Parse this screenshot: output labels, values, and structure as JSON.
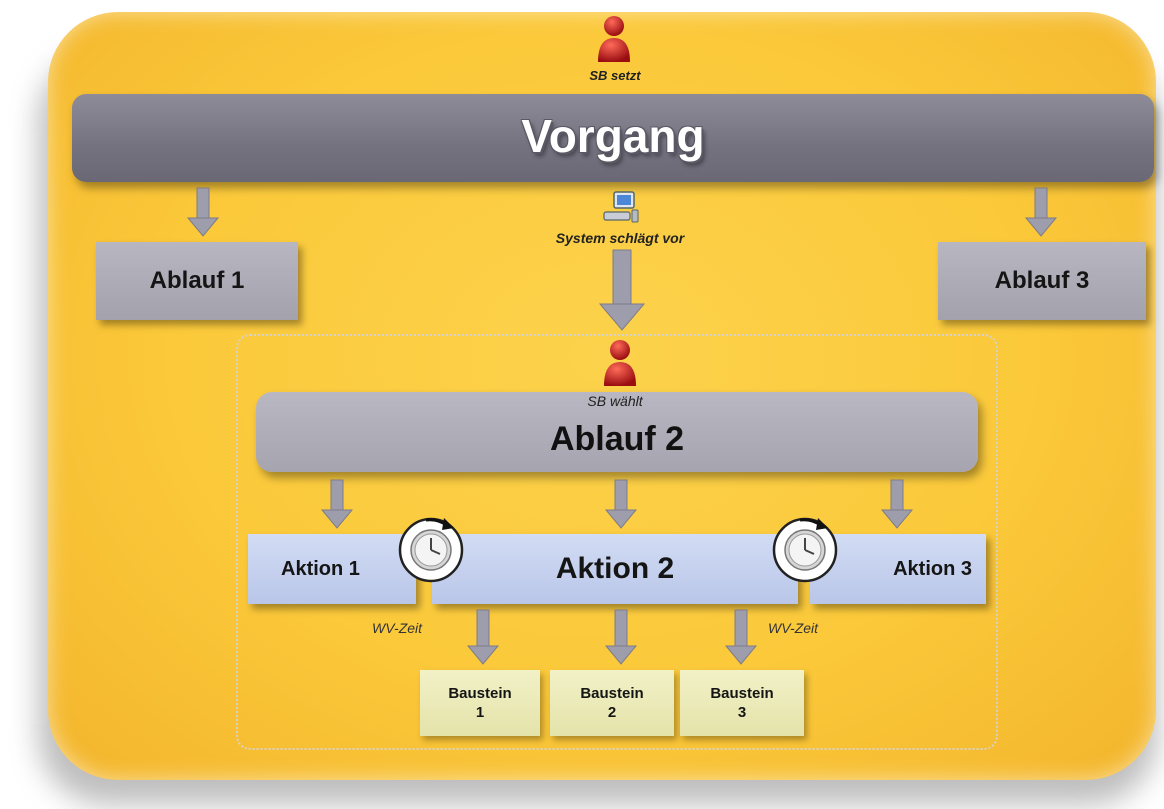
{
  "top": {
    "person_caption": "SB setzt",
    "title": "Vorgang"
  },
  "system_caption": "System schlägt vor",
  "side_flows": {
    "left": "Ablauf 1",
    "right": "Ablauf 3"
  },
  "selected_flow": {
    "person_caption": "SB wählt",
    "title": "Ablauf 2"
  },
  "actions": {
    "a1": "Aktion 1",
    "a2": "Aktion 2",
    "a3": "Aktion 3"
  },
  "wait_time_labels": {
    "left": "WV-Zeit",
    "right": "WV-Zeit"
  },
  "blocks": [
    {
      "label": "Baustein",
      "number": "1"
    },
    {
      "label": "Baustein",
      "number": "2"
    },
    {
      "label": "Baustein",
      "number": "3"
    }
  ],
  "icons": {
    "person": "person-icon",
    "computer": "computer-icon",
    "clock": "stopwatch-icon",
    "arrow": "arrow-down-icon"
  },
  "colors": {
    "panel": "#fbc93a",
    "gray_bar": "#74727f",
    "action_box": "#c6d2ee",
    "block_box": "#ebeab8",
    "person": "#c0141a"
  }
}
